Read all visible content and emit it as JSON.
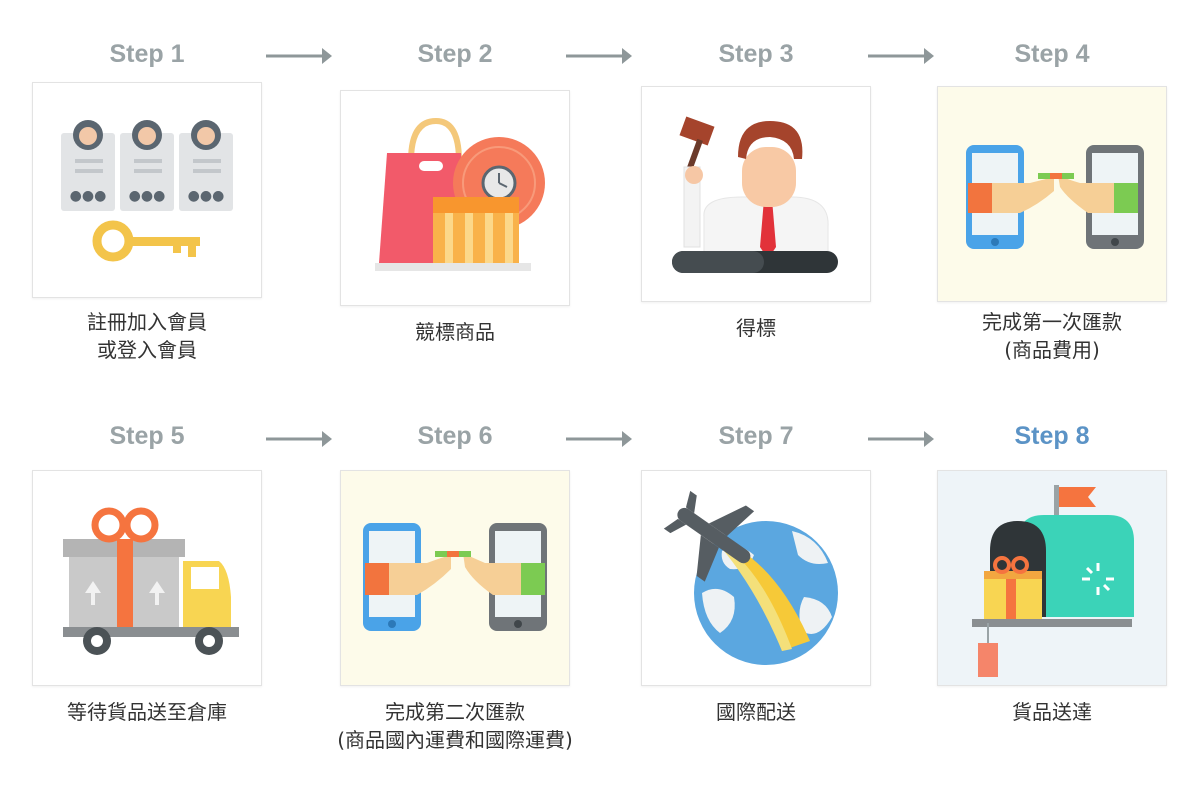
{
  "steps": [
    {
      "title": "Step 1",
      "caption": [
        "註冊加入會員",
        "或登入會員"
      ]
    },
    {
      "title": "Step 2",
      "caption": [
        "競標商品"
      ]
    },
    {
      "title": "Step 3",
      "caption": [
        "得標"
      ]
    },
    {
      "title": "Step 4",
      "caption": [
        "完成第一次匯款",
        "(商品費用)"
      ]
    },
    {
      "title": "Step 5",
      "caption": [
        "等待貨品送至倉庫"
      ]
    },
    {
      "title": "Step 6",
      "caption": [
        "完成第二次匯款",
        "(商品國內運費和國際運費)"
      ]
    },
    {
      "title": "Step 7",
      "caption": [
        "國際配送"
      ]
    },
    {
      "title": "Step 8",
      "caption": [
        "貨品送達"
      ]
    }
  ],
  "colors": {
    "step_title": "#9aa3a6",
    "step_title_active": "#5b93c6",
    "arrow": "#8e9799"
  },
  "icons": [
    "members-key-icon",
    "shopping-sale-icon",
    "auction-win-icon",
    "phone-payment-icon",
    "delivery-truck-icon",
    "phone-payment-icon",
    "airplane-globe-icon",
    "mailbox-gift-icon"
  ]
}
